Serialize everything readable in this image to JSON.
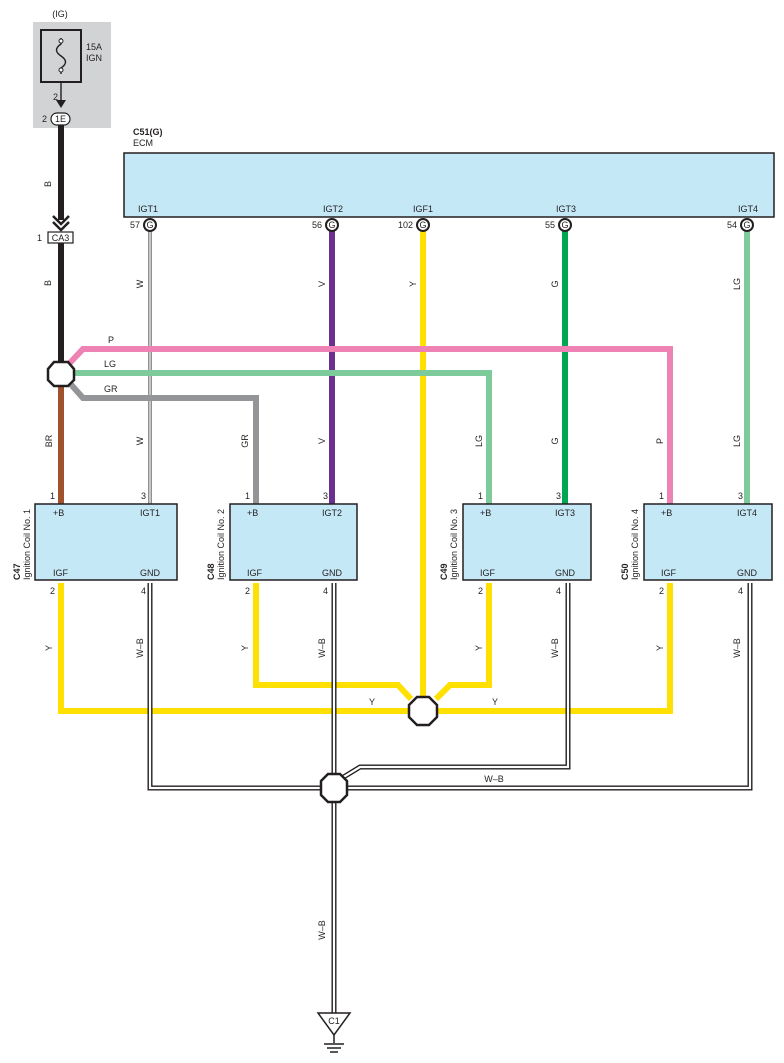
{
  "fuse_block": {
    "power_label": "(IG)",
    "fuse_amp": "15A",
    "fuse_name": "IGN",
    "pin_top": "2",
    "pin_left": "2",
    "connector": "1E"
  },
  "junction_ca3": {
    "pin": "1",
    "label": "CA3"
  },
  "ecm": {
    "connector": "C51(G)",
    "name": "ECM",
    "terminals": [
      {
        "name": "IGT1",
        "pin": "57",
        "conn": "G"
      },
      {
        "name": "IGT2",
        "pin": "56",
        "conn": "G"
      },
      {
        "name": "IGF1",
        "pin": "102",
        "conn": "G"
      },
      {
        "name": "IGT3",
        "pin": "55",
        "conn": "G"
      },
      {
        "name": "IGT4",
        "pin": "54",
        "conn": "G"
      }
    ]
  },
  "coils": [
    {
      "connector": "C47",
      "name": "Ignition Coil No. 1",
      "b": "+B",
      "igt": "IGT1",
      "igf": "IGF",
      "gnd": "GND",
      "pins": [
        "1",
        "3",
        "2",
        "4"
      ]
    },
    {
      "connector": "C48",
      "name": "Ignition Coil No. 2",
      "b": "+B",
      "igt": "IGT2",
      "igf": "IGF",
      "gnd": "GND",
      "pins": [
        "1",
        "3",
        "2",
        "4"
      ]
    },
    {
      "connector": "C49",
      "name": "Ignition Coil No. 3",
      "b": "+B",
      "igt": "IGT3",
      "igf": "IGF",
      "gnd": "GND",
      "pins": [
        "1",
        "3",
        "2",
        "4"
      ]
    },
    {
      "connector": "C50",
      "name": "Ignition Coil No. 4",
      "b": "+B",
      "igt": "IGT4",
      "igf": "IGF",
      "gnd": "GND",
      "pins": [
        "1",
        "3",
        "2",
        "4"
      ]
    }
  ],
  "wire_labels": {
    "b1": "B",
    "b2": "B",
    "w_top": "W",
    "v_top": "V",
    "y_top": "Y",
    "g_top": "G",
    "lg_top": "LG",
    "p": "P",
    "lg": "LG",
    "gr": "GR",
    "br": "BR",
    "w_mid": "W",
    "gr_mid": "GR",
    "v_mid": "V",
    "lg_mid": "LG",
    "g_mid": "G",
    "p_mid": "P",
    "lg_mid2": "LG",
    "y1": "Y",
    "wb1": "W–B",
    "y2": "Y",
    "wb2": "W–B",
    "y3": "Y",
    "wb3": "W–B",
    "y4": "Y",
    "wb4": "W–B",
    "y_left": "Y",
    "y_right": "Y",
    "wb_right": "W–B",
    "wb_down": "W–B"
  },
  "ground": {
    "label": "C1"
  },
  "colors": {
    "black": "#231f20",
    "white": "#ffffff",
    "violet": "#6b2f8f",
    "yellow": "#ffe000",
    "green": "#00a651",
    "light_green": "#7dcb9a",
    "pink": "#ee82b4",
    "gray": "#939598",
    "brown": "#a0522d",
    "box_fill": "#c5e8f7",
    "fuse_bg": "#d1d3d4"
  }
}
